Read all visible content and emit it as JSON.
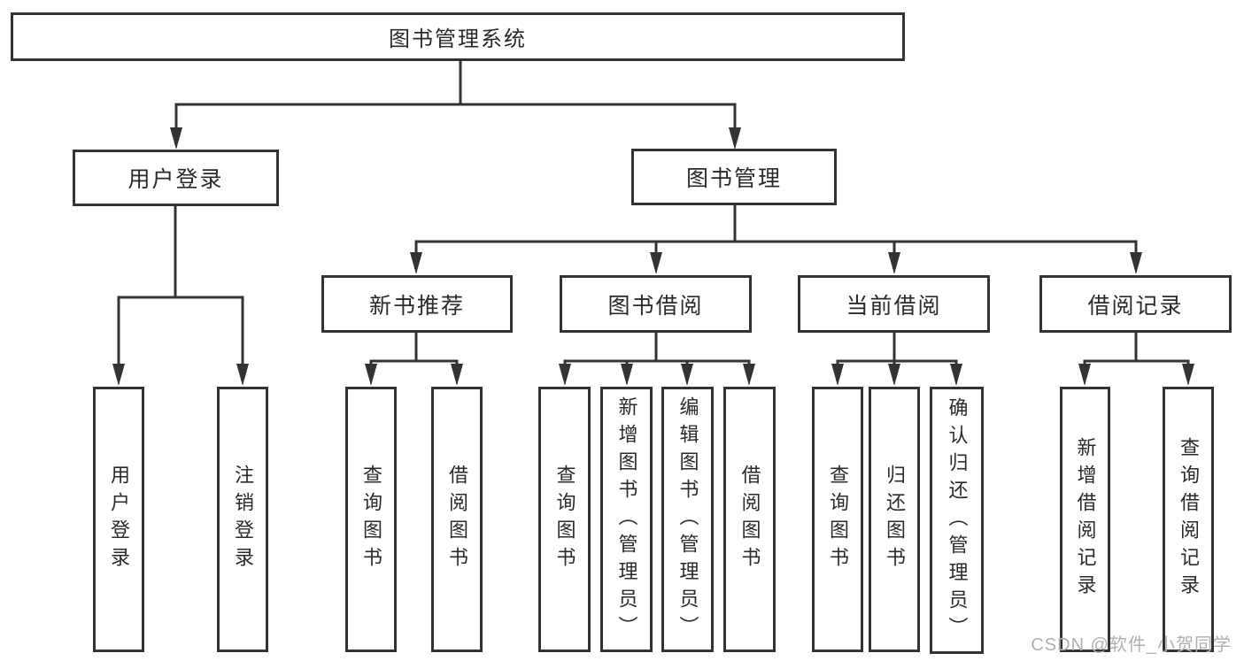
{
  "diagram": {
    "title": "图书管理系统",
    "branches": [
      {
        "label": "用户登录",
        "children": [
          {
            "label": "用户登录"
          },
          {
            "label": "注销登录"
          }
        ]
      },
      {
        "label": "图书管理",
        "children": [
          {
            "label": "新书推荐",
            "children": [
              {
                "label": "查询图书"
              },
              {
                "label": "借阅图书"
              }
            ]
          },
          {
            "label": "图书借阅",
            "children": [
              {
                "label": "查询图书"
              },
              {
                "label": "新增图书（管理员）"
              },
              {
                "label": "编辑图书（管理员）"
              },
              {
                "label": "借阅图书"
              }
            ]
          },
          {
            "label": "当前借阅",
            "children": [
              {
                "label": "查询图书"
              },
              {
                "label": "归还图书"
              },
              {
                "label": "确认归还（管理员）"
              }
            ]
          },
          {
            "label": "借阅记录",
            "children": [
              {
                "label": "新增借阅记录"
              },
              {
                "label": "查询借阅记录"
              }
            ]
          }
        ]
      }
    ]
  },
  "watermark": {
    "text": "CSDN @软件_小贺同学"
  },
  "colors": {
    "background": "#ffffff",
    "line": "#333333",
    "box_border": "#333333",
    "box_fill": "#ffffff",
    "text": "#2a2a2a",
    "watermark": "#b0b0b0"
  }
}
